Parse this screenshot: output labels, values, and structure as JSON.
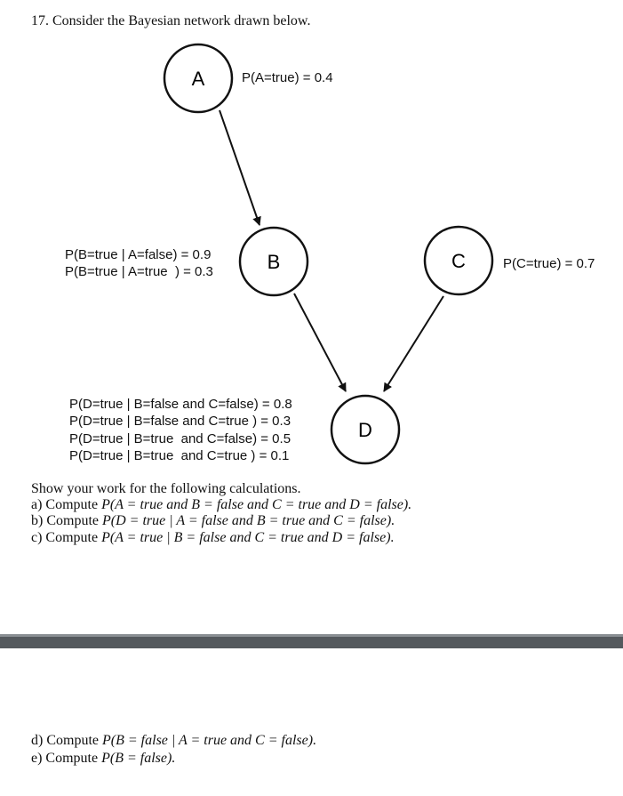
{
  "question_title": "17. Consider the Bayesian network drawn below.",
  "nodes": {
    "A": {
      "label": "A",
      "cpt": [
        "P(A=true) = 0.4"
      ]
    },
    "B": {
      "label": "B",
      "cpt": [
        "P(B=true | A=false) = 0.9",
        "P(B=true | A=true  ) = 0.3"
      ]
    },
    "C": {
      "label": "C",
      "cpt": [
        "P(C=true) = 0.7"
      ]
    },
    "D": {
      "label": "D",
      "cpt": [
        "P(D=true | B=false and C=false) = 0.8",
        "P(D=true | B=false and C=true ) = 0.3",
        "P(D=true | B=true  and C=false) = 0.5",
        "P(D=true | B=true  and C=true ) = 0.1"
      ]
    }
  },
  "edges": [
    {
      "from": "A",
      "to": "B"
    },
    {
      "from": "B",
      "to": "D"
    },
    {
      "from": "C",
      "to": "D"
    }
  ],
  "instructions": "Show your work for the following calculations.",
  "questions": [
    {
      "prefix": "a) Compute ",
      "expr": "P(A = true and B = false and C = true and D = false)."
    },
    {
      "prefix": "b) Compute ",
      "expr": "P(D = true | A = false and B = true and C = false)."
    },
    {
      "prefix": "c) Compute ",
      "expr": "P(A = true | B = false and C = true and D = false)."
    },
    {
      "prefix": "d) Compute ",
      "expr": "P(B = false | A = true and C = false)."
    },
    {
      "prefix": "e) Compute ",
      "expr": "P(B = false)."
    }
  ]
}
